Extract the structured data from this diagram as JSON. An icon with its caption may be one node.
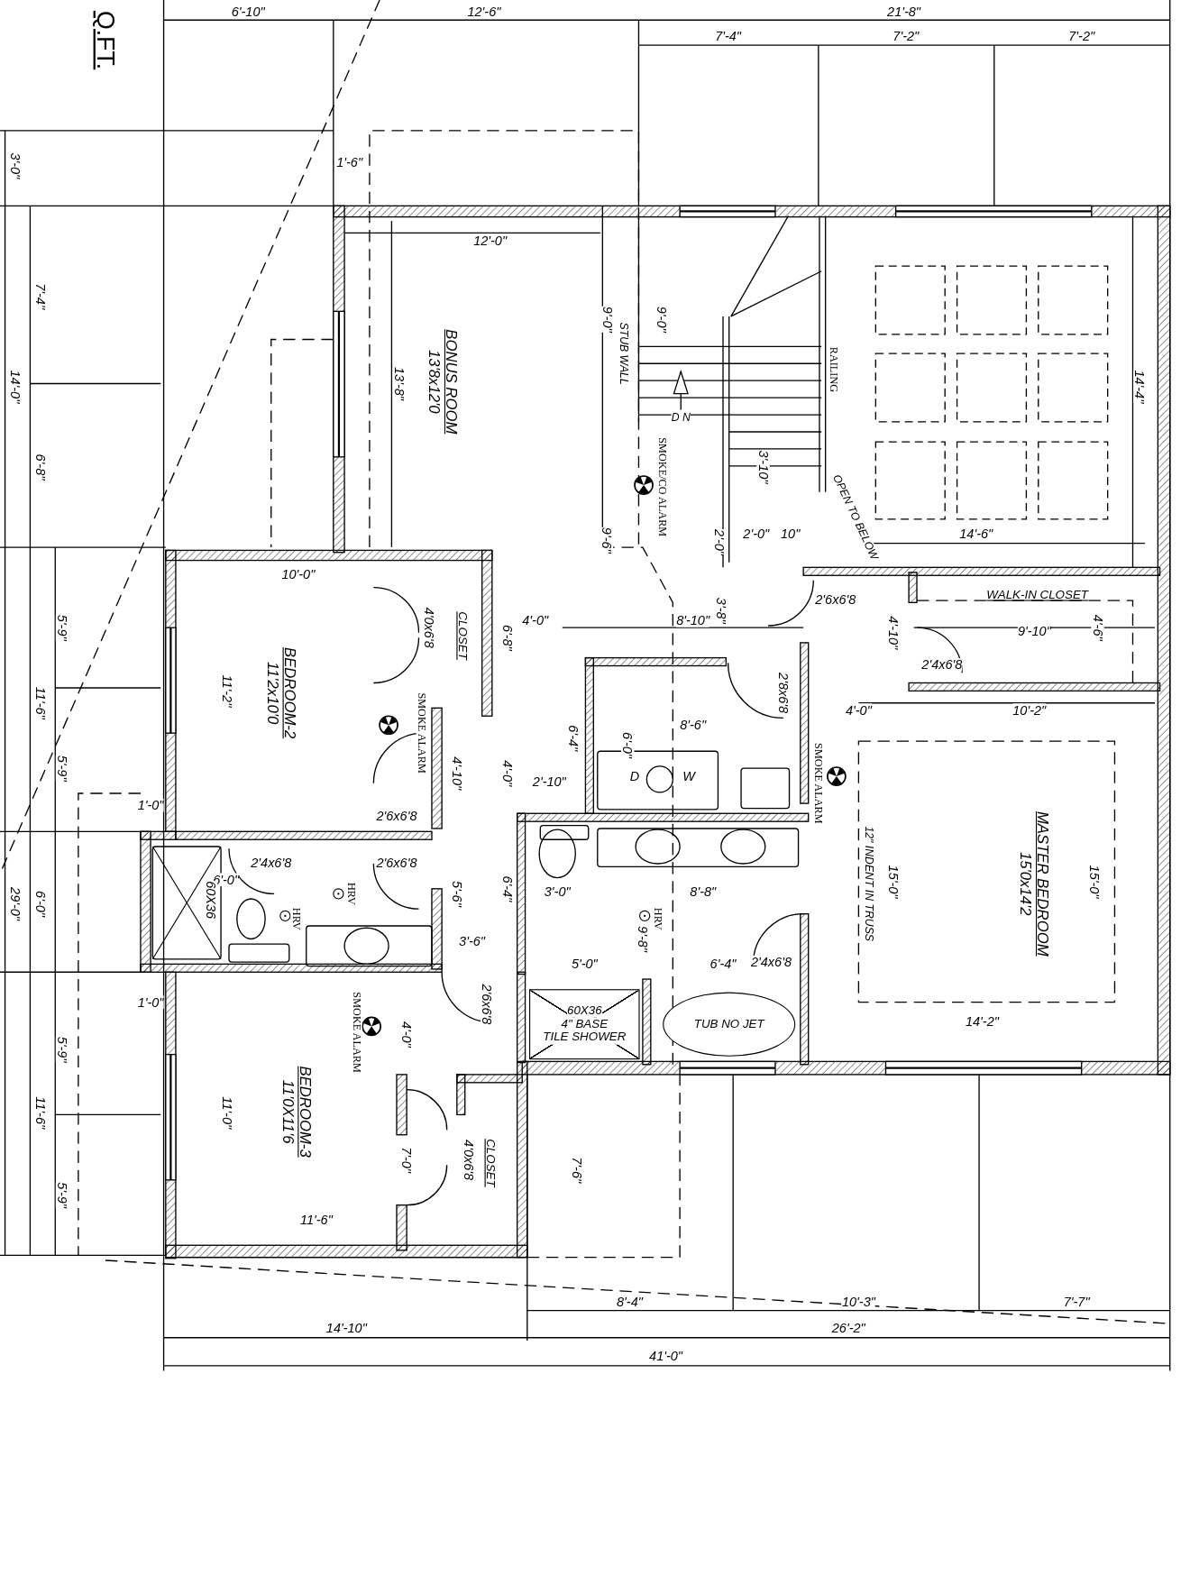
{
  "diagram": {
    "nodes": [
      {
        "text": [
          "BONUS ROOM",
          "13'8x12'0"
        ]
      },
      {
        "text": [
          "BEDROOM-2",
          "11'2x10'0"
        ]
      },
      {
        "text": [
          "CLOSET"
        ]
      },
      {
        "text": [
          "WALK-IN CLOSET"
        ]
      },
      {
        "text": [
          "MASTER BEDROOM",
          "15'0x14'2"
        ]
      },
      {
        "text": [
          "60X36",
          "4\" BASE",
          "TILE SHOWER"
        ]
      },
      {
        "text": [
          "TUB NO JET"
        ]
      },
      {
        "text": [
          "BEDROOM-3",
          "11'0X11'6"
        ]
      },
      {
        "text": [
          "CLOSET"
        ]
      }
    ],
    "labels": [
      "Q.FT.",
      "6'-10\"",
      "12'-6\"",
      "21'-8\"",
      "7'-4\"",
      "7'-2\"",
      "7'-2\"",
      "3'-0\"",
      "1'-6\"",
      "12'-0\"",
      "7'-4\"",
      "9'-0\"",
      "STUB WALL",
      "9'-0\"",
      "14'-0\"",
      "13'-8\"",
      "RAILING",
      "14'-4\"",
      "D N",
      "SMOKE/CO ALARM",
      "6'-8\"",
      "3'-10\"",
      "OPEN TO BELOW",
      "14'-6\"",
      "9'-6\"",
      "2'-0\"",
      "2'-0\"",
      "10\"",
      "10'-0\"",
      "2'6x6'8",
      "5'-9\"",
      "4'0x6'8",
      "6'-8\"",
      "4'-0\"",
      "8'-10\"",
      "3'-8\"",
      "9'-10\"",
      "4'-10\"",
      "4'-6\"",
      "2'4x6'8",
      "11'-6\"",
      "11'-2\"",
      "2'8x6'8",
      "4'-0\"",
      "10'-2\"",
      "8'-6\"",
      "6'-4\"",
      "6'-0\"",
      "SMOKE ALARM",
      "5'-9\"",
      "4'-10\"",
      "4'-0\"",
      "2'-10\"",
      "D",
      "W",
      "SMOKE ALARM",
      "1'-0\"",
      "2'6x6'8",
      "2'4x6'8",
      "2'6x6'8",
      "6'-0\"",
      "3'-0\"",
      "8'-8\"",
      "12\" INDENT IN TRUSS",
      "15'-0\"",
      "15'-0\"",
      "60X36",
      "HRV",
      "5'-6\"",
      "6'-4\"",
      "29'-0\"",
      "6'-0\"",
      "HRV",
      "HRV",
      "9'-8\"",
      "3'-6\"",
      "5'-0\"",
      "6'-4\"",
      "2'4x6'8",
      "2'6x6'8",
      "1'-0\"",
      "SMOKE ALARM",
      "4'-0\"",
      "14'-2\"",
      "5'-9\"",
      "11'-6\"",
      "11'-0\"",
      "7'-0\"",
      "4'0x6'8",
      "7'-6\"",
      "5'-9\"",
      "11'-6\"",
      "8'-4\"",
      "10'-3\"",
      "7'-7\"",
      "14'-10\"",
      "26'-2\"",
      "41'-0\""
    ]
  }
}
